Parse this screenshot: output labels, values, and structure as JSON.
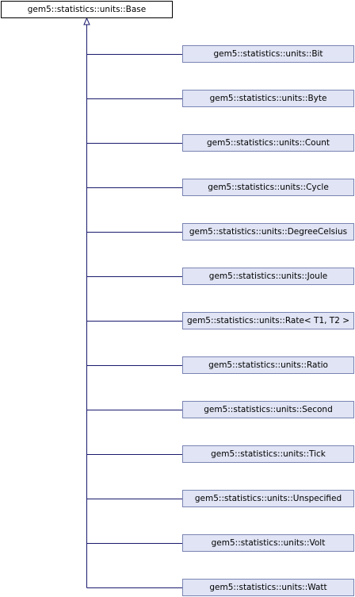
{
  "diagram": {
    "type": "class-inheritance",
    "base": {
      "label": "gem5::statistics::units::Base"
    },
    "children": [
      {
        "label": "gem5::statistics::units::Bit"
      },
      {
        "label": "gem5::statistics::units::Byte"
      },
      {
        "label": "gem5::statistics::units::Count"
      },
      {
        "label": "gem5::statistics::units::Cycle"
      },
      {
        "label": "gem5::statistics::units::DegreeCelsius"
      },
      {
        "label": "gem5::statistics::units::Joule"
      },
      {
        "label": "gem5::statistics::units::Rate< T1, T2 >"
      },
      {
        "label": "gem5::statistics::units::Ratio"
      },
      {
        "label": "gem5::statistics::units::Second"
      },
      {
        "label": "gem5::statistics::units::Tick"
      },
      {
        "label": "gem5::statistics::units::Unspecified"
      },
      {
        "label": "gem5::statistics::units::Volt"
      },
      {
        "label": "gem5::statistics::units::Watt"
      }
    ],
    "colors": {
      "edge": "#1a1a6e",
      "child_fill": "#e0e4f4",
      "child_border": "#7a84b3",
      "base_fill": "#ffffff",
      "base_border": "#000000"
    }
  }
}
